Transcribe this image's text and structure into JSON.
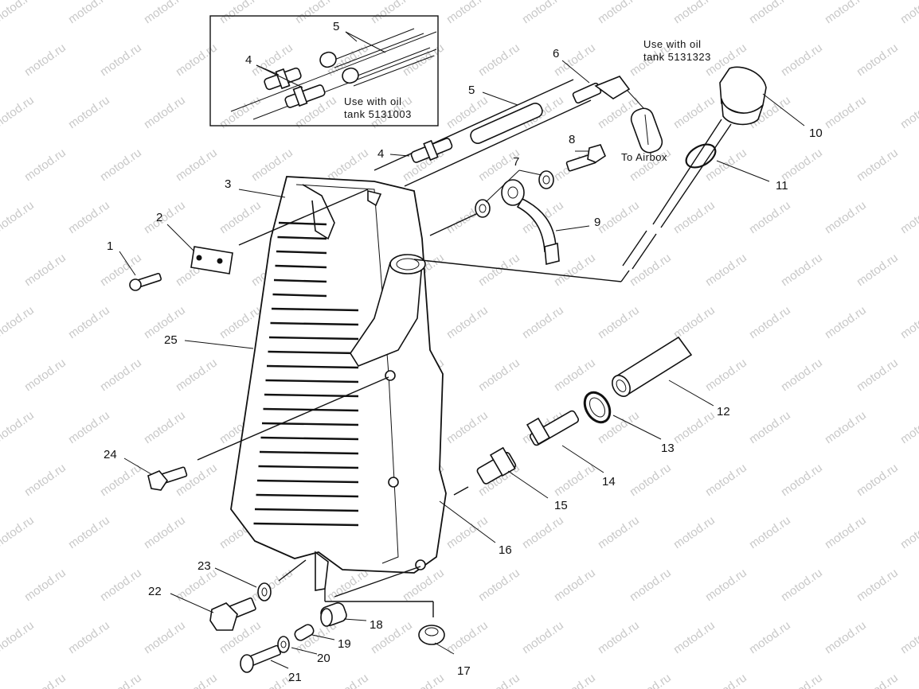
{
  "watermark": "motod.ru",
  "notes": {
    "inset_line1": "Use  with  oil",
    "inset_line2": "tank 5131003",
    "top_line1": "Use  with  oil",
    "top_line2": "tank 5131323",
    "airbox": "To Airbox"
  },
  "callouts": {
    "c1": "1",
    "c2": "2",
    "c3": "3",
    "c4a": "4",
    "c4b": "4",
    "c5a": "5",
    "c5b": "5",
    "c6": "6",
    "c7": "7",
    "c8": "8",
    "c9": "9",
    "c10": "10",
    "c11": "11",
    "c12": "12",
    "c13": "13",
    "c14": "14",
    "c15": "15",
    "c16": "16",
    "c17": "17",
    "c18": "18",
    "c19": "19",
    "c20": "20",
    "c21": "21",
    "c22": "22",
    "c23": "23",
    "c24": "24",
    "c25": "25"
  }
}
